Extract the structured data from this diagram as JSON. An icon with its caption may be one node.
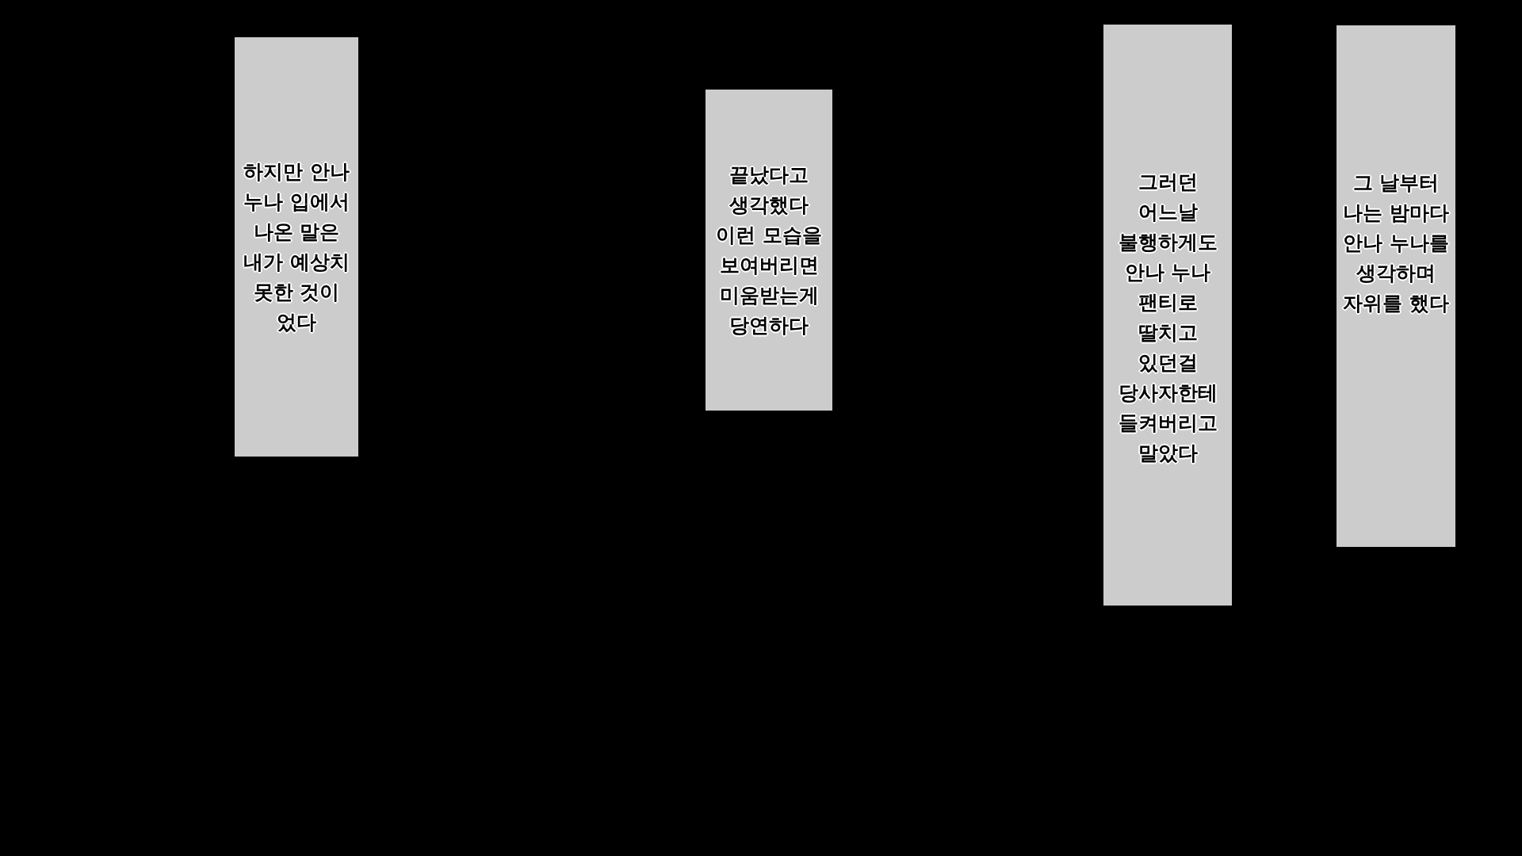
{
  "diagram": {
    "nodes": [
      {
        "text": [
          "하지만 안나 누나 입에서 나온 말은 내가 예상치 못한 것이 었다"
        ]
      },
      {
        "text": [
          "끝났다고 생각했다 이런 모습을 보여버리면 미움받는게 당연하다"
        ]
      },
      {
        "text": [
          "그러던 어느날 불행하게도 안나 누나 팬티로 딸치고 있던걸 당사자한테 들켜버리고 말았다"
        ]
      },
      {
        "text": [
          "그 날부터 나는 밤마다 안나 누나를 생각하며 자위를 했다"
        ]
      }
    ]
  }
}
